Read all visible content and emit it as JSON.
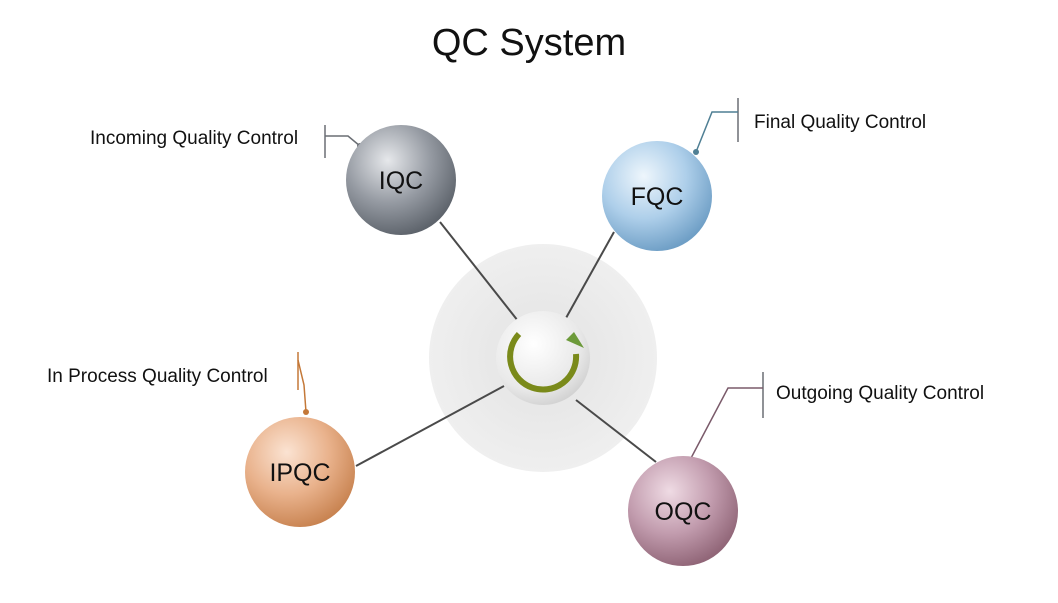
{
  "title": "QC System",
  "nodes": [
    {
      "id": "iqc",
      "label": "IQC",
      "name": "Incoming Quality Control",
      "color": "#8f959d"
    },
    {
      "id": "fqc",
      "label": "FQC",
      "name": "Final Quality Control",
      "color": "#a9cbe6"
    },
    {
      "id": "ipqc",
      "label": "IPQC",
      "name": "In Process Quality Control",
      "color": "#e8b08a"
    },
    {
      "id": "oqc",
      "label": "OQC",
      "name": "Outgoing Quality Control",
      "color": "#c19aac"
    }
  ],
  "hub": {
    "ring_color": "#7a8a1a",
    "halo_color": "#e9e9e9"
  },
  "callout_colors": {
    "iqc": "#6a6e74",
    "fqc": "#4f7f94",
    "ipqc": "#c47838",
    "oqc": "#7a5a6a"
  }
}
